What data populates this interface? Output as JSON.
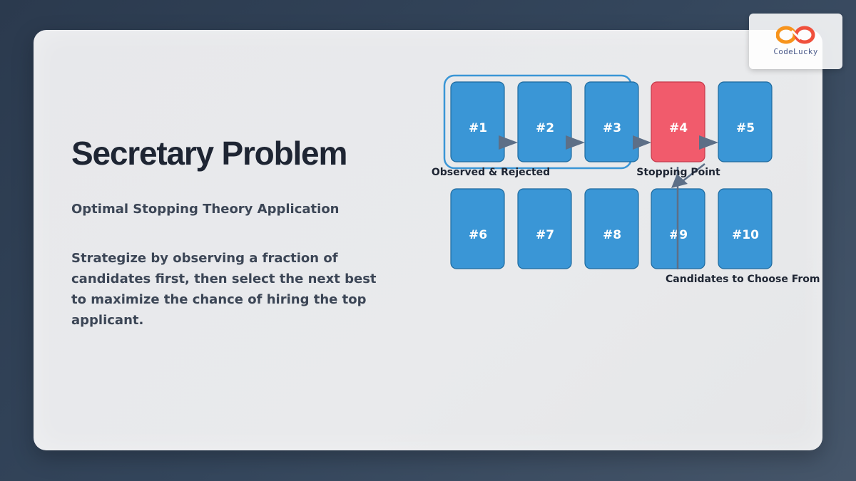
{
  "slide": {
    "title": "Secretary Problem",
    "subtitle": "Optimal Stopping Theory Application",
    "description": "Strategize by observing a fraction of candidates first, then select the next best to maximize the chance of hiring the top applicant."
  },
  "diagram": {
    "candidates_row1": [
      "#1",
      "#2",
      "#3",
      "#4",
      "#5"
    ],
    "candidates_row2": [
      "#6",
      "#7",
      "#8",
      "#9",
      "#10"
    ],
    "labels": {
      "observed": "Observed & Rejected",
      "stopping": "Stopping Point",
      "choose": "Candidates to Choose From"
    },
    "colors": {
      "candidate": "#3a96d6",
      "stopping": "#f15b6c",
      "arrow": "#5d6f87",
      "observe_group": "#3a96d6"
    }
  },
  "logo": {
    "brand": "CodeLucky",
    "icon": "infinity-logo-icon"
  }
}
